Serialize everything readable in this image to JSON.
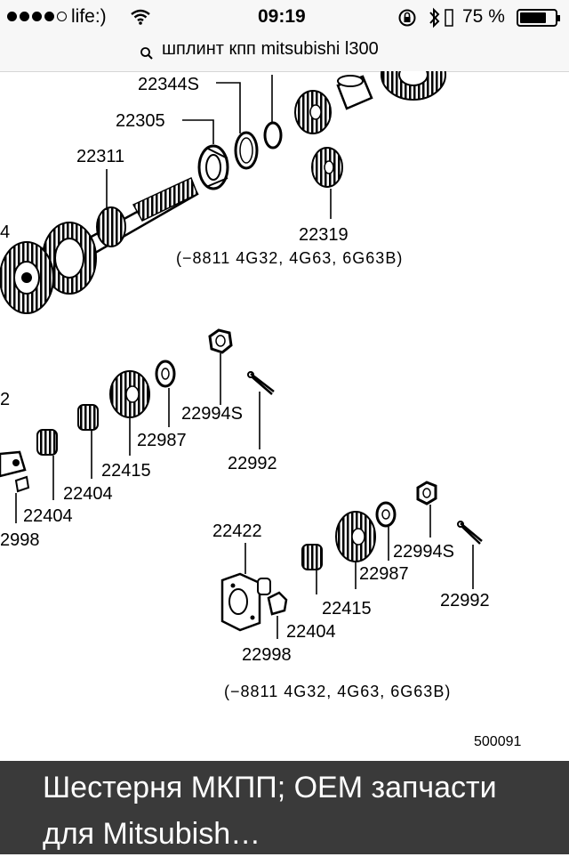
{
  "status_bar": {
    "carrier": "life:)",
    "time": "09:19",
    "battery_percent": "75 %",
    "battery_level": 0.75
  },
  "url_bar": {
    "query": "шплинт кпп mitsubishi l300",
    "icon": "search-icon"
  },
  "diagram": {
    "labels": {
      "p22344S": "22344S",
      "p22305": "22305",
      "p22311": "22311",
      "p22319": "22319",
      "left_4": "4",
      "left_2": "2",
      "p22994S_a": "22994S",
      "p22987_a": "22987",
      "p22992_a": "22992",
      "p22415_a": "22415",
      "p22404_a": "22404",
      "p22404_b": "22404",
      "p2998_left": "2998",
      "p22422": "22422",
      "p22994S_b": "22994S",
      "p22987_b": "22987",
      "p22992_b": "22992",
      "p22415_b": "22415",
      "p22404_c": "22404",
      "p22998": "22998",
      "code": "500091"
    },
    "notes": {
      "note_top": "(−8811  4G32, 4G63, 6G63B)",
      "note_bottom": "(−8811  4G32, 4G63, 6G63B)"
    }
  },
  "caption": {
    "title": "Шестерня МКПП; OEM запчасти для Mitsubish…"
  }
}
